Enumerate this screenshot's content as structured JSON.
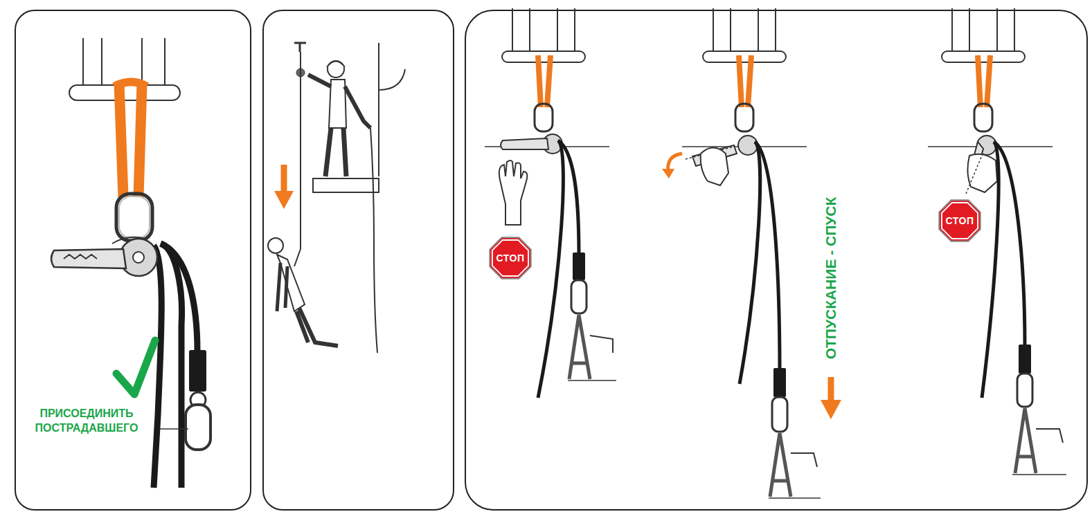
{
  "diagram": {
    "nodes": [
      {
        "text": [
          "СТОП"
        ]
      },
      {
        "text": [
          "СТОП"
        ]
      }
    ],
    "edges": [],
    "labels": [
      "ПРИСОЕДИНИТЬ ПОСТРАДАВШЕГО",
      "ОТПУСКАНИЕ - СПУСК"
    ]
  }
}
